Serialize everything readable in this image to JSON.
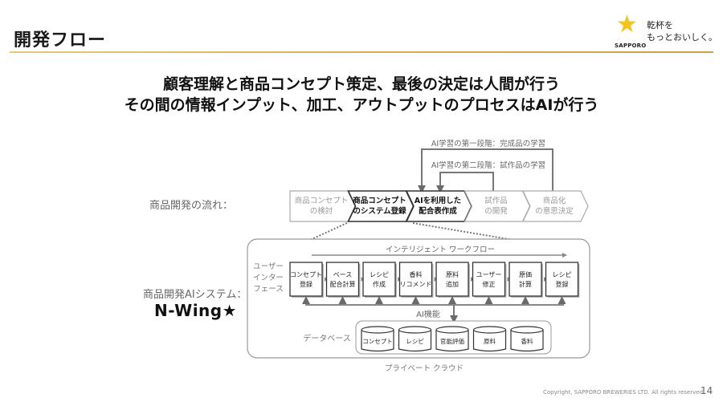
{
  "header": {
    "title": "開発フロー",
    "logo": {
      "brand": "SAPPORO",
      "slogan_line1": "乾杯を",
      "slogan_line2": "もっとおいしく。"
    }
  },
  "headline": {
    "line1": "顧客理解と商品コンセプト策定、最後の決定は人間が行う",
    "line2": "その間の情報インプット、加工、アウトプットのプロセスはAIが行う"
  },
  "flow": {
    "label": "商品開発の流れ：",
    "loop1_label": "AI学習の第一段階：完成品の学習",
    "loop2_label": "AI学習の第二段階：試作品の学習",
    "steps": [
      {
        "line1": "商品コンセプト",
        "line2": "の検討",
        "state": "inactive"
      },
      {
        "line1": "商品コンセプト",
        "line2": "のシステム登録",
        "state": "active"
      },
      {
        "line1": "AIを利用した",
        "line2": "配合表作成",
        "state": "active"
      },
      {
        "line1": "試作品",
        "line2": "の開発",
        "state": "inactive"
      },
      {
        "line1": "商品化",
        "line2": "の意思決定",
        "state": "inactive"
      }
    ]
  },
  "system": {
    "label": "商品開発AIシステム：",
    "name": "N-Wing★",
    "workflow_label": "インテリジェント ワークフロー",
    "ui_label": [
      "ユーザー",
      "インター",
      "フェース"
    ],
    "modules": [
      {
        "line1": "コンセプト",
        "line2": "登録"
      },
      {
        "line1": "ベース",
        "line2": "配合計算"
      },
      {
        "line1": "レシピ",
        "line2": "作成"
      },
      {
        "line1": "香料",
        "line2": "リコメンド"
      },
      {
        "line1": "原料",
        "line2": "追加"
      },
      {
        "line1": "ユーザー",
        "line2": "修正"
      },
      {
        "line1": "原価",
        "line2": "計算"
      },
      {
        "line1": "レシピ",
        "line2": "登録"
      }
    ],
    "ai_label": "AI機能",
    "db_label": "データベース",
    "databases": [
      "コンセプト",
      "レシピ",
      "官能評価",
      "原料",
      "香料"
    ],
    "cloud_label": "プライベート クラウド"
  },
  "footer": {
    "copyright": "Copyright, SAPPORO BREWERIES LTD. All rights reserved.",
    "page_number": "14"
  },
  "colors": {
    "accent_gold": "#d9aa4a",
    "star_yellow": "#f2c31b"
  }
}
